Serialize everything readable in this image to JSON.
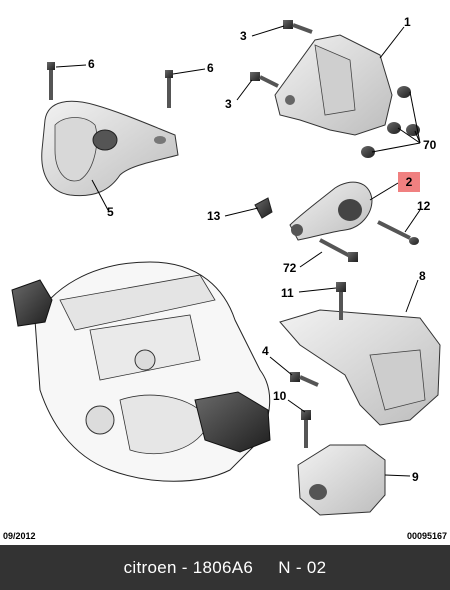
{
  "diagram": {
    "part_labels": {
      "p1": "1",
      "p2": "2",
      "p3a": "3",
      "p3b": "3",
      "p4": "4",
      "p5": "5",
      "p6a": "6",
      "p6b": "6",
      "p8": "8",
      "p9": "9",
      "p10": "10",
      "p11": "11",
      "p12": "12",
      "p13": "13",
      "p70": "70",
      "p72": "72"
    },
    "highlight_color": "#f08080"
  },
  "footer": {
    "date": "09/2012",
    "code": "00095167"
  },
  "caption": {
    "text": "citroen - 1806A6     N - 02",
    "bg_color": "#333333"
  }
}
